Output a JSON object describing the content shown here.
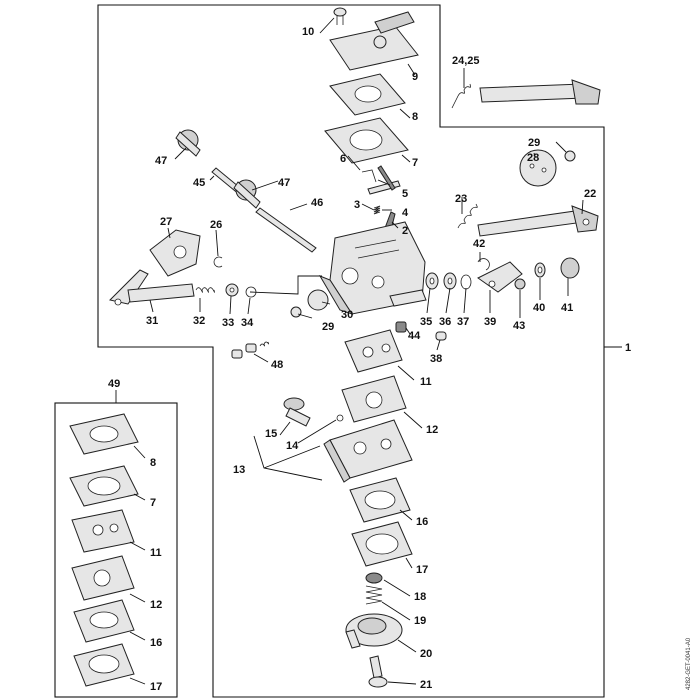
{
  "diagram": {
    "labels": [
      "1",
      "2",
      "3",
      "4",
      "5",
      "6",
      "7",
      "8",
      "9",
      "10",
      "11",
      "12",
      "13",
      "14",
      "15",
      "16",
      "17",
      "18",
      "19",
      "20",
      "21",
      "22",
      "23",
      "24,25",
      "26",
      "27",
      "28",
      "29",
      "30",
      "31",
      "32",
      "33",
      "34",
      "35",
      "36",
      "37",
      "38",
      "39",
      "40",
      "41",
      "42",
      "43",
      "44",
      "45",
      "46",
      "47",
      "48",
      "49"
    ],
    "kit_labels": [
      "8",
      "7",
      "11",
      "12",
      "16",
      "17"
    ],
    "drawing_code": "4282-GET-0041-A0"
  }
}
